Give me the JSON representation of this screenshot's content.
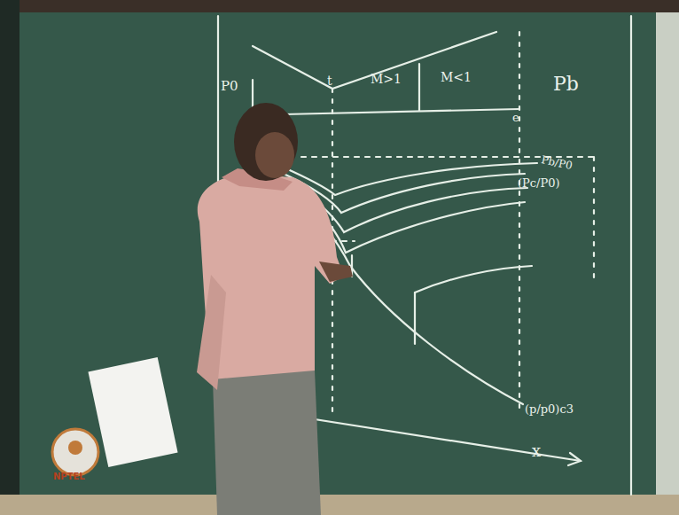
{
  "diagram": {
    "labels": [
      "t",
      "M>1",
      "M<1",
      "Pb",
      "P0",
      "e",
      "Pb/P0",
      "(Pc/P0)",
      "(p/p0)c3",
      "x",
      "NPTEL"
    ]
  }
}
